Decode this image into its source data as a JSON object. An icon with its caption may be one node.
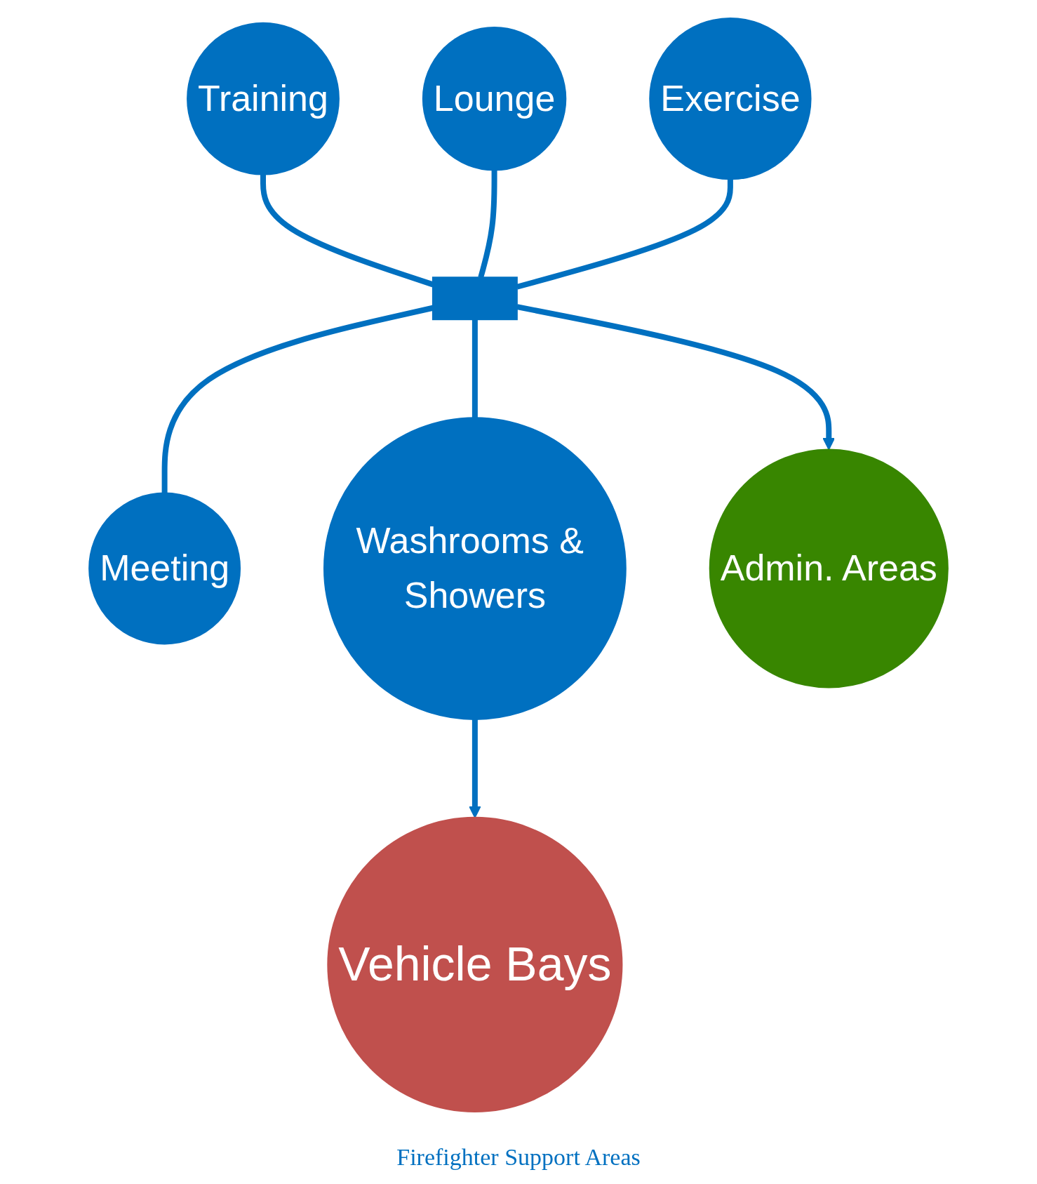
{
  "diagram": {
    "caption": "Firefighter Support Areas",
    "nodes": [
      {
        "text": [
          "Training"
        ]
      },
      {
        "text": [
          "Lounge"
        ]
      },
      {
        "text": [
          "Exercise"
        ]
      },
      {
        "text": [],
        "shape": "bar"
      },
      {
        "text": [
          "Meeting"
        ]
      },
      {
        "text": [
          "Washrooms & Showers"
        ]
      },
      {
        "text": [
          "Admin. Areas"
        ]
      },
      {
        "text": [
          "Vehicle Bays"
        ]
      }
    ],
    "edges": [
      {
        "from": 0,
        "to": 3,
        "arrow": "none"
      },
      {
        "from": 1,
        "to": 3,
        "arrow": "none"
      },
      {
        "from": 2,
        "to": 3,
        "arrow": "none"
      },
      {
        "from": 3,
        "to": 6,
        "arrow": "to"
      },
      {
        "from": 3,
        "to": 4,
        "arrow": "none"
      },
      {
        "from": 3,
        "to": 5,
        "arrow": "none"
      },
      {
        "from": 5,
        "to": 7,
        "arrow": "to"
      }
    ]
  }
}
